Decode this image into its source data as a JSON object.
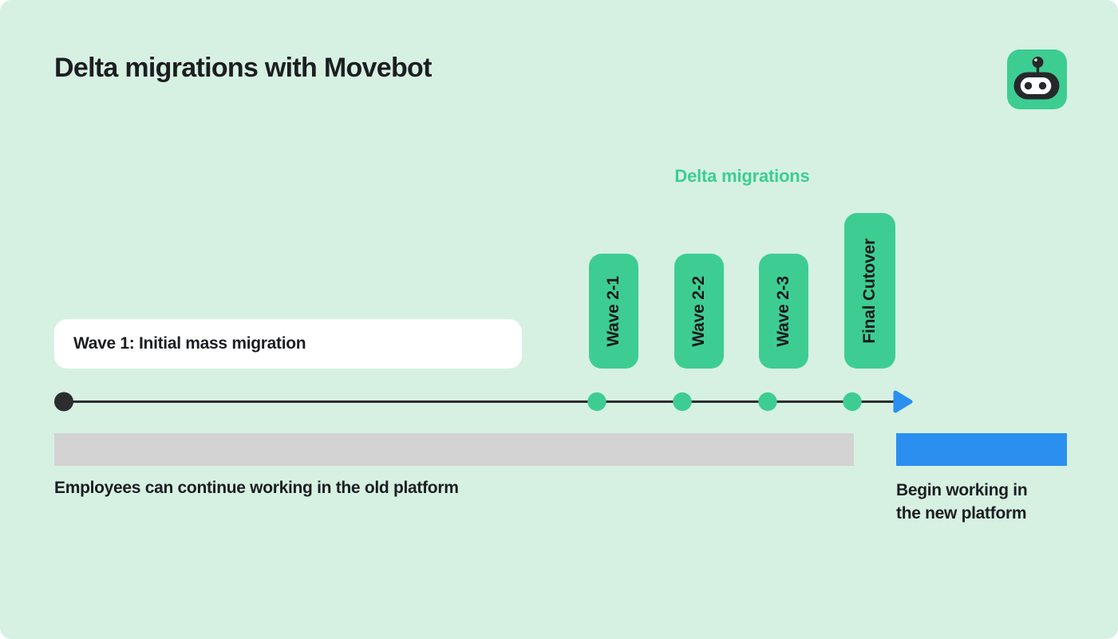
{
  "header": {
    "title": "Delta migrations with Movebot",
    "logo_icon": "movebot-robot-icon"
  },
  "timeline": {
    "group_label": "Delta migrations",
    "wave1_label": "Wave 1: Initial mass migration",
    "milestones": [
      {
        "label": "Wave 2-1"
      },
      {
        "label": "Wave 2-2"
      },
      {
        "label": "Wave 2-3"
      },
      {
        "label": "Final Cutover"
      }
    ]
  },
  "footer": {
    "old_platform_caption": "Employees can continue working in the old platform",
    "new_platform_caption_lines": [
      "Begin working in",
      "the new platform"
    ]
  },
  "colors": {
    "background": "#d6f1e2",
    "accent_green": "#3dcd92",
    "accent_blue": "#2b8ff0",
    "bar_gray": "#d3d3d3",
    "text_dark": "#1c1e21",
    "line_dark": "#2b2d2f",
    "card_white": "#ffffff"
  }
}
